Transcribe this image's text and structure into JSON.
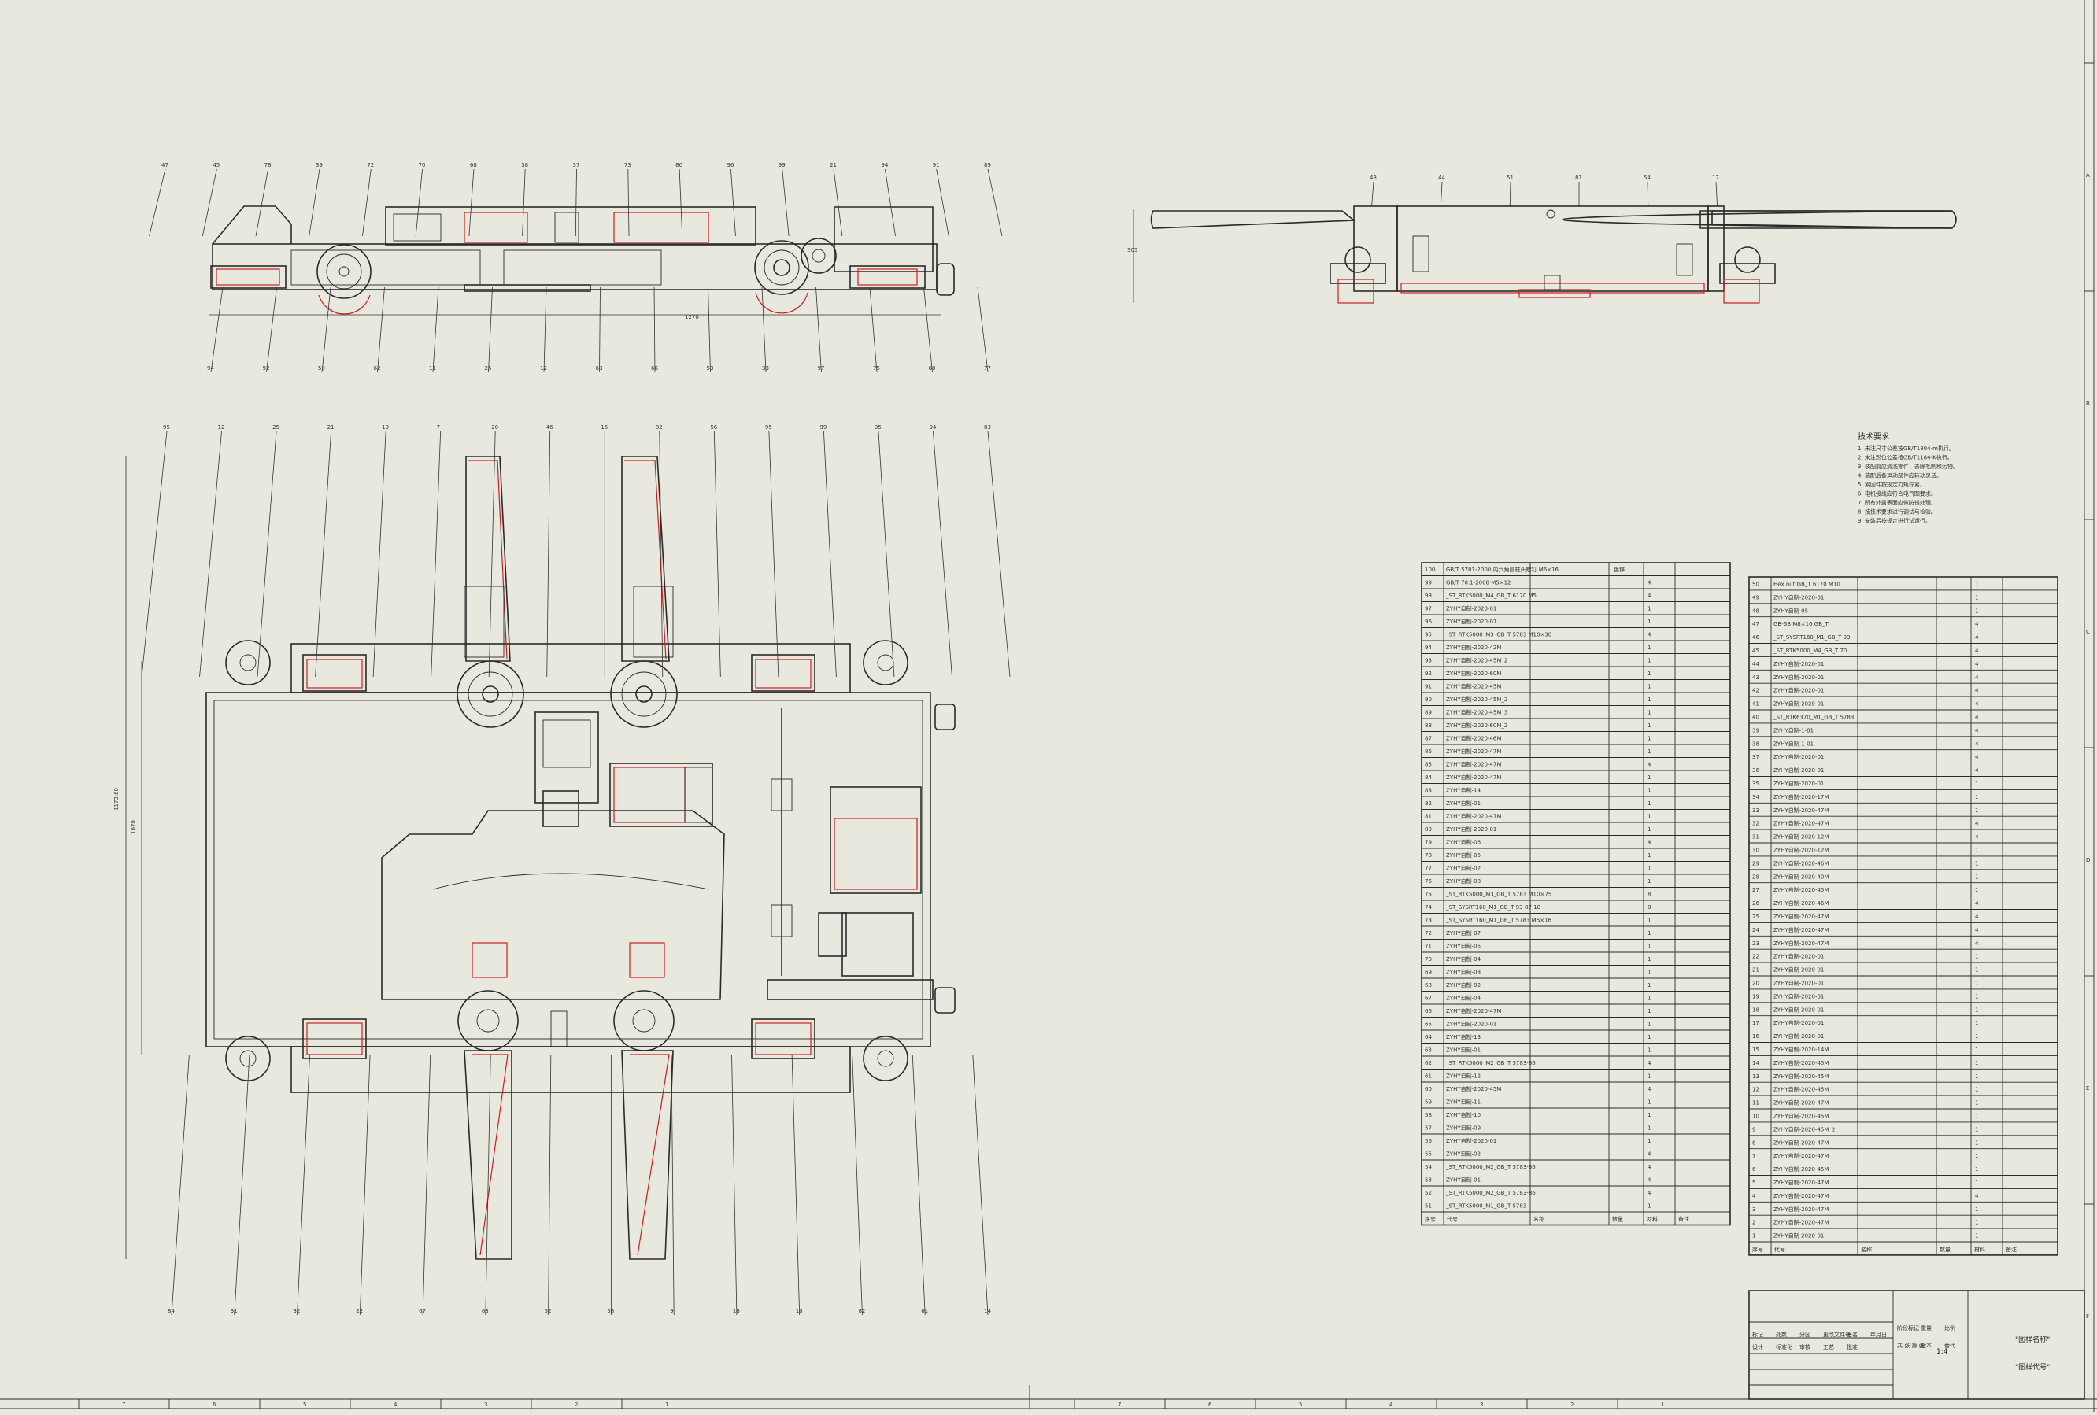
{
  "technical_notes": {
    "heading": "技术要求",
    "lines": [
      "1. 未注尺寸公差按GB/T1804-m执行。",
      "2. 未注形位公差按GB/T1184-K执行。",
      "3. 装配前应清洗零件，去除毛刺和污物。",
      "4. 装配后各运动部件应转动灵活。",
      "5. 紧固件按规定力矩拧紧。",
      "6. 电机接线应符合电气图要求。",
      "7. 所有外露表面应做防锈处理。",
      "8. 按技术要求进行调试与检验。",
      "9. 安装后按规定进行试运行。"
    ]
  },
  "bom_left": {
    "header": [
      "序号",
      "代号",
      "名称",
      "数量",
      "材料",
      "备注"
    ],
    "rows": [
      {
        "no": "100",
        "code": "GB/T 5781-2000 内六角圆柱头螺钉 M6×16",
        "qty": "",
        "remark": "镀锌"
      },
      {
        "no": "99",
        "code": "GB/T 70.1-2008 M5×12",
        "qty": "4",
        "remark": ""
      },
      {
        "no": "98",
        "code": "_ST_RTK5000_M4_GB_T 6170 M5",
        "qty": "4",
        "remark": ""
      },
      {
        "no": "97",
        "code": "ZYHY自制-2020-01",
        "qty": "1",
        "remark": ""
      },
      {
        "no": "96",
        "code": "ZYHY自制-2020-07",
        "qty": "1",
        "remark": ""
      },
      {
        "no": "95",
        "code": "_ST_RTK5000_M3_GB_T 5783 M10×30",
        "qty": "4",
        "remark": ""
      },
      {
        "no": "94",
        "code": "ZYHY自制-2020-42M",
        "qty": "1",
        "remark": ""
      },
      {
        "no": "93",
        "code": "ZYHY自制-2020-45M_2",
        "qty": "1",
        "remark": ""
      },
      {
        "no": "92",
        "code": "ZYHY自制-2020-60M",
        "qty": "1",
        "remark": ""
      },
      {
        "no": "91",
        "code": "ZYHY自制-2020-45M",
        "qty": "1",
        "remark": ""
      },
      {
        "no": "90",
        "code": "ZYHY自制-2020-45M_2",
        "qty": "1",
        "remark": ""
      },
      {
        "no": "89",
        "code": "ZYHY自制-2020-45M_3",
        "qty": "1",
        "remark": ""
      },
      {
        "no": "88",
        "code": "ZYHY自制-2020-60M_2",
        "qty": "1",
        "remark": ""
      },
      {
        "no": "87",
        "code": "ZYHY自制-2020-46M",
        "qty": "1",
        "remark": ""
      },
      {
        "no": "86",
        "code": "ZYHY自制-2020-47M",
        "qty": "1",
        "remark": ""
      },
      {
        "no": "85",
        "code": "ZYHY自制-2020-47M",
        "qty": "4",
        "remark": ""
      },
      {
        "no": "84",
        "code": "ZYHY自制-2020-47M",
        "qty": "1",
        "remark": ""
      },
      {
        "no": "83",
        "code": "ZYHY自制-14",
        "qty": "1",
        "remark": ""
      },
      {
        "no": "82",
        "code": "ZYHY自制-01",
        "qty": "1",
        "remark": ""
      },
      {
        "no": "81",
        "code": "ZYHY自制-2020-47M",
        "qty": "1",
        "remark": ""
      },
      {
        "no": "80",
        "code": "ZYHY自制-2020-01",
        "qty": "1",
        "remark": ""
      },
      {
        "no": "79",
        "code": "ZYHY自制-06",
        "qty": "4",
        "remark": ""
      },
      {
        "no": "78",
        "code": "ZYHY自制-05",
        "qty": "1",
        "remark": ""
      },
      {
        "no": "77",
        "code": "ZYHY自制-02",
        "qty": "1",
        "remark": ""
      },
      {
        "no": "76",
        "code": "ZYHY自制-08",
        "qty": "1",
        "remark": ""
      },
      {
        "no": "75",
        "code": "_ST_RTK5000_M3_GB_T 5783 M10×75",
        "qty": "8",
        "remark": ""
      },
      {
        "no": "74",
        "code": "_ST_SYSRT160_M1_GB_T 93-87 10",
        "qty": "8",
        "remark": ""
      },
      {
        "no": "73",
        "code": "_ST_SYSRT160_M1_GB_T 5783 M6×16",
        "qty": "1",
        "remark": ""
      },
      {
        "no": "72",
        "code": "ZYHY自制-07",
        "qty": "1",
        "remark": ""
      },
      {
        "no": "71",
        "code": "ZYHY自制-05",
        "qty": "1",
        "remark": ""
      },
      {
        "no": "70",
        "code": "ZYHY自制-04",
        "qty": "1",
        "remark": ""
      },
      {
        "no": "69",
        "code": "ZYHY自制-03",
        "qty": "1",
        "remark": ""
      },
      {
        "no": "68",
        "code": "ZYHY自制-02",
        "qty": "1",
        "remark": ""
      },
      {
        "no": "67",
        "code": "ZYHY自制-04",
        "qty": "1",
        "remark": ""
      },
      {
        "no": "66",
        "code": "ZYHY自制-2020-47M",
        "qty": "1",
        "remark": ""
      },
      {
        "no": "65",
        "code": "ZYHY自制-2020-01",
        "qty": "1",
        "remark": ""
      },
      {
        "no": "64",
        "code": "ZYHY自制-13",
        "qty": "1",
        "remark": ""
      },
      {
        "no": "63",
        "code": "ZYHY自制-01",
        "qty": "1",
        "remark": ""
      },
      {
        "no": "62",
        "code": "_ST_RTK5000_M2_GB_T 5783-86",
        "qty": "4",
        "remark": ""
      },
      {
        "no": "61",
        "code": "ZYHY自制-12",
        "qty": "1",
        "remark": ""
      },
      {
        "no": "60",
        "code": "ZYHY自制-2020-45M",
        "qty": "4",
        "remark": ""
      },
      {
        "no": "59",
        "code": "ZYHY自制-11",
        "qty": "1",
        "remark": ""
      },
      {
        "no": "58",
        "code": "ZYHY自制-10",
        "qty": "1",
        "remark": ""
      },
      {
        "no": "57",
        "code": "ZYHY自制-09",
        "qty": "1",
        "remark": ""
      },
      {
        "no": "56",
        "code": "ZYHY自制-2020-01",
        "qty": "1",
        "remark": ""
      },
      {
        "no": "55",
        "code": "ZYHY自制-02",
        "qty": "4",
        "remark": ""
      },
      {
        "no": "54",
        "code": "_ST_RTK5000_M2_GB_T 5783-86",
        "qty": "4",
        "remark": ""
      },
      {
        "no": "53",
        "code": "ZYHY自制-01",
        "qty": "4",
        "remark": ""
      },
      {
        "no": "52",
        "code": "_ST_RTK5000_M2_GB_T 5783-86",
        "qty": "4",
        "remark": ""
      },
      {
        "no": "51",
        "code": "_ST_RTK5000_M1_GB_T 5783",
        "qty": "1",
        "remark": ""
      }
    ]
  },
  "bom_right": {
    "header": [
      "序号",
      "代号",
      "名称",
      "数量",
      "材料",
      "备注"
    ],
    "rows": [
      {
        "no": "50",
        "code": "Hex nut GB_T 6170 M10",
        "qty": "1"
      },
      {
        "no": "49",
        "code": "ZYHY自制-2020-01",
        "qty": "1"
      },
      {
        "no": "48",
        "code": "ZYHY自制-05",
        "qty": "1"
      },
      {
        "no": "47",
        "code": "GB-6B M8×16 GB_T",
        "qty": "4"
      },
      {
        "no": "46",
        "code": "_ST_SYSRT160_M1_GB_T 93",
        "qty": "4"
      },
      {
        "no": "45",
        "code": "_ST_RTK5000_M4_GB_T 70",
        "qty": "4"
      },
      {
        "no": "44",
        "code": "ZYHY自制-2020-01",
        "qty": "4"
      },
      {
        "no": "43",
        "code": "ZYHY自制-2020-01",
        "qty": "4"
      },
      {
        "no": "42",
        "code": "ZYHY自制-2020-01",
        "qty": "4"
      },
      {
        "no": "41",
        "code": "ZYHY自制-2020-01",
        "qty": "4"
      },
      {
        "no": "40",
        "code": "_ST_RTK6370_M1_GB_T 5783",
        "qty": "4"
      },
      {
        "no": "39",
        "code": "ZYHY自制-1-01",
        "qty": "4"
      },
      {
        "no": "38",
        "code": "ZYHY自制-1-01",
        "qty": "4"
      },
      {
        "no": "37",
        "code": "ZYHY自制-2020-01",
        "qty": "4"
      },
      {
        "no": "36",
        "code": "ZYHY自制-2020-01",
        "qty": "4"
      },
      {
        "no": "35",
        "code": "ZYHY自制-2020-01",
        "qty": "1"
      },
      {
        "no": "34",
        "code": "ZYHY自制-2020-17M",
        "qty": "1"
      },
      {
        "no": "33",
        "code": "ZYHY自制-2020-47M",
        "qty": "1"
      },
      {
        "no": "32",
        "code": "ZYHY自制-2020-47M",
        "qty": "4"
      },
      {
        "no": "31",
        "code": "ZYHY自制-2020-12M",
        "qty": "4"
      },
      {
        "no": "30",
        "code": "ZYHY自制-2020-12M",
        "qty": "1"
      },
      {
        "no": "29",
        "code": "ZYHY自制-2020-46M",
        "qty": "1"
      },
      {
        "no": "28",
        "code": "ZYHY自制-2020-40M",
        "qty": "1"
      },
      {
        "no": "27",
        "code": "ZYHY自制-2020-45M",
        "qty": "1"
      },
      {
        "no": "26",
        "code": "ZYHY自制-2020-46M",
        "qty": "4"
      },
      {
        "no": "25",
        "code": "ZYHY自制-2020-47M",
        "qty": "4"
      },
      {
        "no": "24",
        "code": "ZYHY自制-2020-47M",
        "qty": "4"
      },
      {
        "no": "23",
        "code": "ZYHY自制-2020-47M",
        "qty": "4"
      },
      {
        "no": "22",
        "code": "ZYHY自制-2020-01",
        "qty": "1"
      },
      {
        "no": "21",
        "code": "ZYHY自制-2020-01",
        "qty": "1"
      },
      {
        "no": "20",
        "code": "ZYHY自制-2020-01",
        "qty": "1"
      },
      {
        "no": "19",
        "code": "ZYHY自制-2020-01",
        "qty": "1"
      },
      {
        "no": "18",
        "code": "ZYHY自制-2020-01",
        "qty": "1"
      },
      {
        "no": "17",
        "code": "ZYHY自制-2020-01",
        "qty": "1"
      },
      {
        "no": "16",
        "code": "ZYHY自制-2020-01",
        "qty": "1"
      },
      {
        "no": "15",
        "code": "ZYHY自制-2020-14M",
        "qty": "1"
      },
      {
        "no": "14",
        "code": "ZYHY自制-2020-45M",
        "qty": "1"
      },
      {
        "no": "13",
        "code": "ZYHY自制-2020-45M",
        "qty": "1"
      },
      {
        "no": "12",
        "code": "ZYHY自制-2020-45M",
        "qty": "1"
      },
      {
        "no": "11",
        "code": "ZYHY自制-2020-47M",
        "qty": "1"
      },
      {
        "no": "10",
        "code": "ZYHY自制-2020-45M",
        "qty": "1"
      },
      {
        "no": "9",
        "code": "ZYHY自制-2020-45M_2",
        "qty": "1"
      },
      {
        "no": "8",
        "code": "ZYHY自制-2020-47M",
        "qty": "1"
      },
      {
        "no": "7",
        "code": "ZYHY自制-2020-47M",
        "qty": "1"
      },
      {
        "no": "6",
        "code": "ZYHY自制-2020-45M",
        "qty": "1"
      },
      {
        "no": "5",
        "code": "ZYHY自制-2020-47M",
        "qty": "1"
      },
      {
        "no": "4",
        "code": "ZYHY自制-2020-47M",
        "qty": "4"
      },
      {
        "no": "3",
        "code": "ZYHY自制-2020-47M",
        "qty": "1"
      },
      {
        "no": "2",
        "code": "ZYHY自制-2020-47M",
        "qty": "1"
      },
      {
        "no": "1",
        "code": "ZYHY自制-2020-01",
        "qty": "1"
      }
    ]
  },
  "title_block": {
    "labels": [
      "标记",
      "处数",
      "分区",
      "更改文件号",
      "签名",
      "年月日",
      "设计",
      "标准化",
      "审核",
      "工艺",
      "批准",
      "阶段标记",
      "重量",
      "比例",
      "共 张 第 张",
      "版本",
      "替代"
    ],
    "scale": "1:4",
    "drawing_name": "\"图样名称\"",
    "drawing_code": "\"图样代号\""
  },
  "zone_markers": {
    "bottom": [
      "7",
      "6",
      "5",
      "4",
      "3",
      "2",
      "1"
    ],
    "bottom_right": [
      "7",
      "6",
      "5",
      "4",
      "3",
      "2",
      "1"
    ],
    "right": [
      "A",
      "B",
      "C",
      "D",
      "E",
      "F"
    ]
  },
  "balloon_numbers": {
    "front_top": [
      "47",
      "45",
      "78",
      "39",
      "72",
      "70",
      "68",
      "38",
      "37",
      "73",
      "80",
      "96",
      "99",
      "21",
      "94",
      "91",
      "89"
    ],
    "front_bottom": [
      "94",
      "92",
      "50",
      "62",
      "11",
      "25",
      "12",
      "63",
      "66",
      "53",
      "33",
      "97",
      "75",
      "60",
      "77"
    ],
    "side_top": [
      "43",
      "44",
      "51",
      "81",
      "54",
      "17"
    ],
    "plan_top": [
      "95",
      "12",
      "25",
      "21",
      "19",
      "7",
      "20",
      "46",
      "15",
      "82",
      "56",
      "95",
      "99",
      "95",
      "94",
      "83"
    ],
    "plan_bottom": [
      "84",
      "31",
      "32",
      "22",
      "67",
      "63",
      "52",
      "58",
      "9",
      "18",
      "10",
      "82",
      "61",
      "14"
    ]
  },
  "dimensions": {
    "front_length": "1270",
    "side_height": "305",
    "plan_width": "1173.60",
    "plan_depth": "1070"
  }
}
